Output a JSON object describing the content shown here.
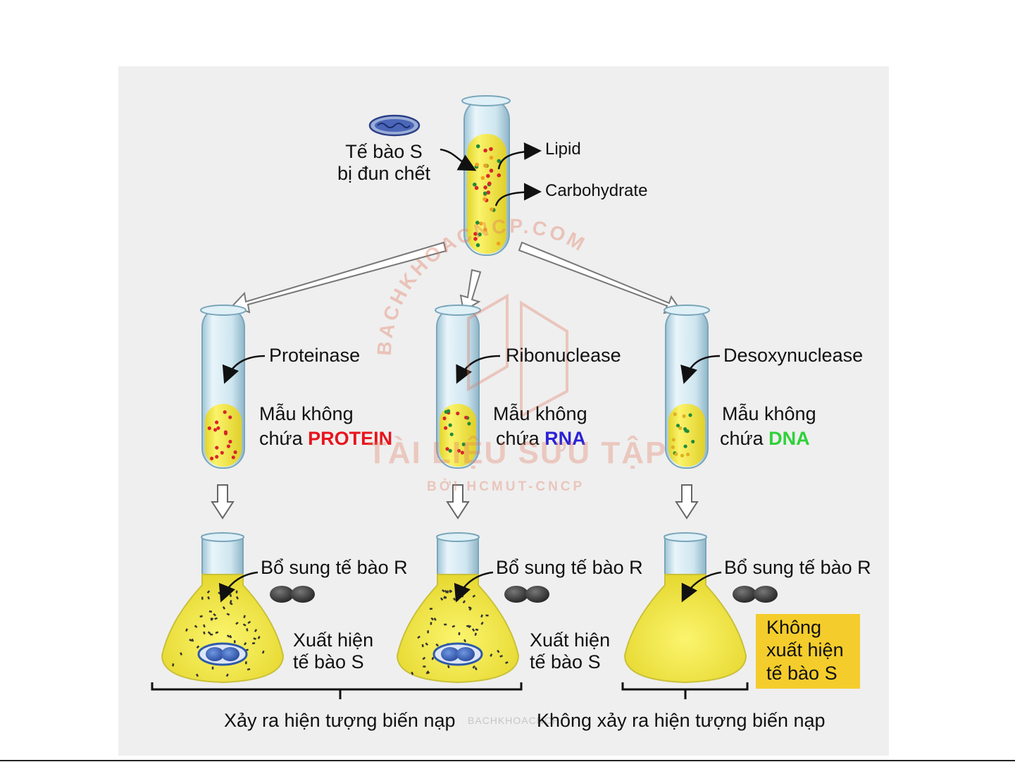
{
  "top": {
    "source_label_line1": "Tế bào S",
    "source_label_line2": "bị đun chết",
    "lipid": "Lipid",
    "carbohydrate": "Carbohydrate"
  },
  "columns": [
    {
      "enzyme": "Proteinase",
      "sample_line1": "Mẫu không",
      "sample_line2_prefix": "chứa ",
      "sample_missing": "PROTEIN",
      "missing_color": "#e8141d",
      "add_label": "Bổ sung tế bào R",
      "result_line1": "Xuất hiện",
      "result_line2": "tế bào S"
    },
    {
      "enzyme": "Ribonuclease",
      "sample_line1": "Mẫu không",
      "sample_line2_prefix": "chứa ",
      "sample_missing": "RNA",
      "missing_color": "#2b22d6",
      "add_label": "Bổ  sung tế bào R",
      "result_line1": "Xuất hiện",
      "result_line2": "tế bào S"
    },
    {
      "enzyme": "Desoxynuclease",
      "sample_line1": "Mẫu không",
      "sample_line2_prefix": "chứa ",
      "sample_missing": "DNA",
      "missing_color": "#2fd13a",
      "add_label": "Bổ sung tế bào R",
      "result_line1": "Không",
      "result_line2": "xuất hiện",
      "result_line3": "tế bào S"
    }
  ],
  "conclusions": {
    "transformation": "Xảy ra hiện tượng biến nạp",
    "no_transformation": "Không xảy ra hiện tượng biến nạp"
  },
  "watermark": {
    "arc_text": "BACHKHOACNCP.COM",
    "main": "TÀI LIỆU SƯU TẬP",
    "sub": "BỞI HCMUT-CNCP",
    "mid": "BACHKHOACNCP"
  },
  "colors": {
    "panel": "#efefef",
    "medium": "#f5ec4a",
    "medium_dark": "#e9dc2a",
    "dot_red": "#d8262a",
    "dot_green": "#1f8c3a",
    "s_cell": "#2f5aa8",
    "r_cell": "#3a3a3a",
    "no_s_box": "#f4cd2c"
  }
}
